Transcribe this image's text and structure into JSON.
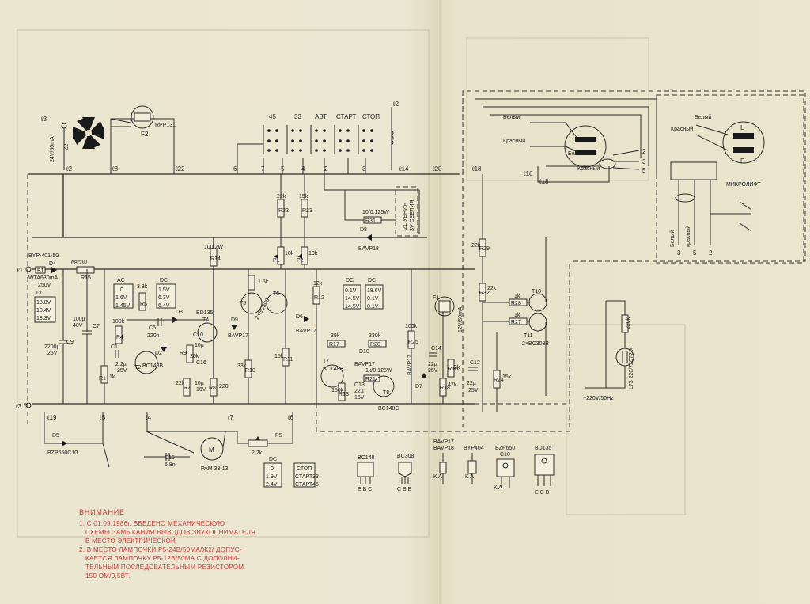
{
  "speed_labels": [
    "45",
    "33",
    "АВТ",
    "СТАРТ",
    "СТОП"
  ],
  "top_labels": {
    "t3": "ℓ3",
    "fuse": "24V/50mA",
    "z2": "Z2",
    "rpp": "RPP131",
    "f2": "F2",
    "t2": "ℓ2",
    "t8": "ℓ8",
    "t22": "ℓ22",
    "t2b": "ℓ2",
    "n6": "6",
    "n7": "7",
    "n5": "5",
    "n4": "4",
    "n2": "2",
    "n3": "3",
    "t14": "ℓ14",
    "t20": "ℓ20",
    "t18": "ℓ18"
  },
  "cartridge_left": {
    "white": "Белый",
    "red": "Красный",
    "white2": "Белый",
    "red2": "Красный",
    "t16": "ℓ16",
    "t18": "ℓ18",
    "out": [
      "2",
      "3",
      "5"
    ]
  },
  "cartridge_right": {
    "white": "Белый",
    "red": "Красный",
    "L": "L",
    "P": "P",
    "micro": "МИКРОЛИФТ",
    "wire_white": "Белый",
    "wire_red": "красный",
    "pins": [
      "3",
      "5",
      "2"
    ]
  },
  "left_parts": {
    "t1": "ℓ1",
    "byp": "BYP-401-50",
    "d4": "D4",
    "b1": "B1",
    "wta": "WTA630mA",
    "v250": "250V",
    "r15_val": "68/2W",
    "r15": "R15",
    "dc": "DC",
    "dc_vals": [
      "18.8V",
      "18.4V",
      "18.3V"
    ],
    "c7a": "100µ",
    "c7b": "40V",
    "c7": "C7",
    "c9a": "2200µ",
    "c9b": "25V",
    "c9": "C9",
    "r1": "R1",
    "r1v": "1k",
    "c1": "C1",
    "c1v": "2.2µ",
    "c1b": "25V"
  },
  "mid_parts": {
    "ac": "AC",
    "ac_vals": [
      "0",
      "1.6V",
      "1.45V"
    ],
    "dc": "DC",
    "dc_vals": [
      "1.5V",
      "6.3V",
      "6.4V"
    ],
    "r4": "R4",
    "r4v": "100k",
    "r5": "R5",
    "r5v": "3.3k",
    "c5": "C5",
    "c5v": "220n",
    "d2": "D2",
    "t2": "T2",
    "t2v": "BC148B",
    "d3": "D3",
    "bd": "BD135",
    "t4": "T4",
    "d9": "D9",
    "bavp": "BAVP17",
    "c10": "C10",
    "c10v": "10µ",
    "c16": "C16",
    "c16v": "10µ",
    "c16b": "16V",
    "r9": "R9",
    "r9v": "20k",
    "r7": "R7",
    "r7v": "22k",
    "r8": "R8",
    "r8v": "220",
    "r14": "R14",
    "r14v": "100/2W",
    "r10": "R10",
    "r10v": "33k",
    "t5": "T5",
    "t6": "T6",
    "bc308": "2×BC308",
    "r3v": "1.5k"
  },
  "center_parts": {
    "r22": "R22",
    "r22v": "22k",
    "r23": "R23",
    "r23v": "15k",
    "r1a": "P1",
    "r1av": "10k",
    "p2": "P2",
    "p2v": "10k",
    "d8": "D8",
    "d8v": "BAVP18",
    "r31v": "10/0.125W",
    "r31": "R31",
    "note1": "ZL УЕНИЯ",
    "note2": "3V СЕЕЛИЯ",
    "dc": "DC",
    "dc_a": [
      "0.1V",
      "14.5V",
      "14.5V"
    ],
    "dc_b": [
      "18.6V",
      "0.1V",
      "0.1V"
    ],
    "r12": "R12",
    "r12v": "12k",
    "d6": "D6",
    "d6v": "BAVP17",
    "r11": "R11",
    "r11v": "15k",
    "r17": "R17",
    "r17v": "39k",
    "r20": "R20",
    "r20v": "330k",
    "r21v": "1k/0.125W",
    "r21": "R21",
    "t7": "T7",
    "t7v": "BC148B",
    "t8": "T8",
    "r13": "R13",
    "r13v": "150k",
    "c13": "C13",
    "c13v": "22µ",
    "c13b": "16V",
    "d10": "D10",
    "d10v": "BAVP17",
    "bc148c": "BC148C",
    "r25": "R25",
    "r25v": "100k",
    "c14": "C14",
    "c14v": "22µ",
    "c14b": "25V",
    "d7": "D7",
    "d7v": "BAVP17",
    "r18": "R18",
    "r18v": "47k",
    "r16v": "22k",
    "r16": "R16"
  },
  "right_parts": {
    "f1": "F1",
    "f1v": "12V/50mA",
    "r32": "R32",
    "r32v": "22k",
    "r29": "R29",
    "r29v": "22k",
    "r28": "R28",
    "r28v": "1k",
    "r27": "R27",
    "r27v": "1k",
    "t10": "T10",
    "t11": "T11",
    "bc308b": "2×BC308B",
    "c12": "C12",
    "c12v": "22µ",
    "c12b": "25V",
    "r24": "R24",
    "r24v": "15k",
    "mains": "~220V/50Hz",
    "r220": "220k",
    "lamp": "L73 220/72072 X"
  },
  "bottom_parts": {
    "t3": "ℓ3",
    "t19": "ℓ19",
    "t5": "ℓ5",
    "t4": "ℓ4",
    "t7": "ℓ7",
    "t6": "ℓ6",
    "d5": "D5",
    "d5v": "BZP650C10",
    "m": "M",
    "motor": "PAM 33-13",
    "c15": "C15",
    "c15v": "6.8n",
    "p5": "P5",
    "p5v": "2.2k",
    "dc": "DC",
    "dc_vals": [
      "0",
      "1.9V",
      "2.4V"
    ],
    "stop": "СТОП",
    "s33": "СТАРТ33",
    "s45": "СТАРТ45"
  },
  "pinouts": [
    {
      "title": "BC148",
      "pins": "E B C"
    },
    {
      "title": "BC308",
      "pins": "C B E"
    },
    {
      "title": "BAVP17",
      "title2": "BAVP18",
      "pins": "K  A"
    },
    {
      "title": "BYP404",
      "pins": "K  A"
    },
    {
      "title": "BZP650",
      "title2": "C10",
      "pins": "K  A"
    },
    {
      "title": "BD135",
      "pins": "E  C  B"
    }
  ],
  "notice": {
    "heading": "ВНИМАНИЕ",
    "lines": [
      "1. С 01.09.1986г. ВВЕДЕНО МЕХАНИЧЕСКУЮ",
      "СХЕМЫ ЗАМЫКАНИЯ ВЫВОДОВ ЗВУКОСНИМАТЕЛЯ",
      "В МЕСТО ЭЛЕКТРИЧЕСКОЙ",
      "2. В МЕСТО ЛАМПОЧКИ P5-24В/50МА/Ж2/ ДОПУС-",
      "КАЕТСЯ ЛАМПОЧКУ P5-12В/50МА С ДОПОЛНИ-",
      "ТЕЛЬНЫМ ПОСЛЕДОВАТЕЛЬНЫМ РЕЗИСТОРОМ",
      "150 ОМ/0,5ВТ."
    ]
  }
}
